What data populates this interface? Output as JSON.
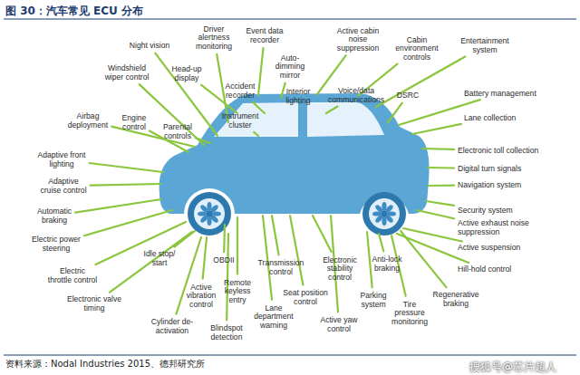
{
  "diagram": {
    "title": "图 30：汽车常见 ECU 分布",
    "caption": "资料来源：Nodal Industries 2015、德邦研究所",
    "labels": [
      "Night vision",
      "Driver alertness monitoring",
      "Event data recorder",
      "Active cabin noise suppression",
      "Cabin environment controls",
      "Entertainment system",
      "Windshield wiper control",
      "Head-up display",
      "Auto-dimming mirror",
      "Accident recorder",
      "Interior lighting",
      "Voice/data communications",
      "DSRC",
      "Battery management",
      "Airbag deployment",
      "Engine control",
      "Parental controls",
      "Instrument cluster",
      "Lane collection",
      "Adaptive front lighting",
      "Electronic toll collection",
      "Digital turn signals",
      "Adaptive cruise control",
      "Navigation system",
      "Automatic braking",
      "Security system",
      "Active exhaust noise suppression",
      "Electric power steering",
      "Active suspension",
      "Hill-hold control",
      "Electric throttle control",
      "Idle stop/ start",
      "OBDII",
      "Transmission control",
      "Electronic stability control",
      "Anti-lock braking",
      "Electronic valve timing",
      "Active vibration control",
      "Remote keyless entry",
      "Seat position control",
      "Regenerative braking",
      "Cylinder de-activation",
      "Blindspot detection",
      "Lane department warning",
      "Active yaw control",
      "Parking system",
      "Tire pressure monitoring",
      "搜狐号@芯片超人"
    ]
  }
}
